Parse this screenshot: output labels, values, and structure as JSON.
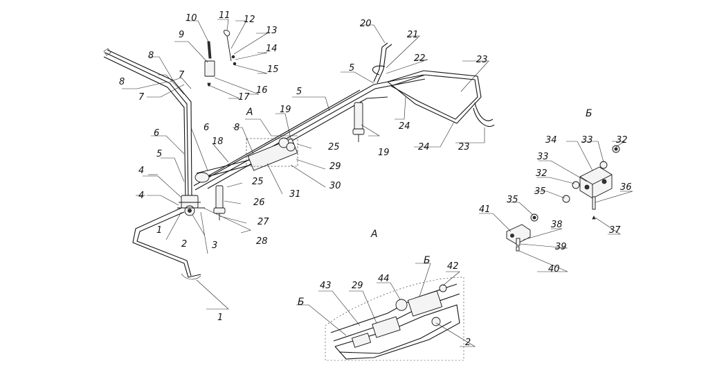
{
  "labels": {
    "l1a": "1",
    "l1b": "1",
    "l2a": "2",
    "l2b": "2",
    "l3": "3",
    "l4a": "4",
    "l4b": "4",
    "l5a": "5",
    "l5b": "5",
    "l5c": "5",
    "l6a": "6",
    "l6b": "6",
    "l7a": "7",
    "l7b": "7",
    "l8a": "8",
    "l8b": "8",
    "l8c": "8",
    "l9": "9",
    "l10": "10",
    "l11": "11",
    "l12": "12",
    "l13": "13",
    "l14": "14",
    "l15": "15",
    "l16": "16",
    "l17": "17",
    "l18": "18",
    "l19a": "19",
    "l19b": "19",
    "l20": "20",
    "l21": "21",
    "l22": "22",
    "l23a": "23",
    "l23b": "23",
    "l24a": "24",
    "l24b": "24",
    "l25a": "25",
    "l25b": "25",
    "l26": "26",
    "l27": "27",
    "l28": "28",
    "l29a": "29",
    "l29b": "29",
    "l30": "30",
    "l31": "31",
    "l32a": "32",
    "l32b": "32",
    "l33a": "33",
    "l33b": "33",
    "l34": "34",
    "l35a": "35",
    "l35b": "35",
    "l36": "36",
    "l37": "37",
    "l38": "38",
    "l39": "39",
    "l40": "40",
    "l41": "41",
    "l42": "42",
    "l43": "43",
    "l44": "44"
  },
  "sections": {
    "a_top": "А",
    "a_detail": "А",
    "b_detail": "Б",
    "b_inset1": "Б",
    "b_inset2": "Б"
  }
}
